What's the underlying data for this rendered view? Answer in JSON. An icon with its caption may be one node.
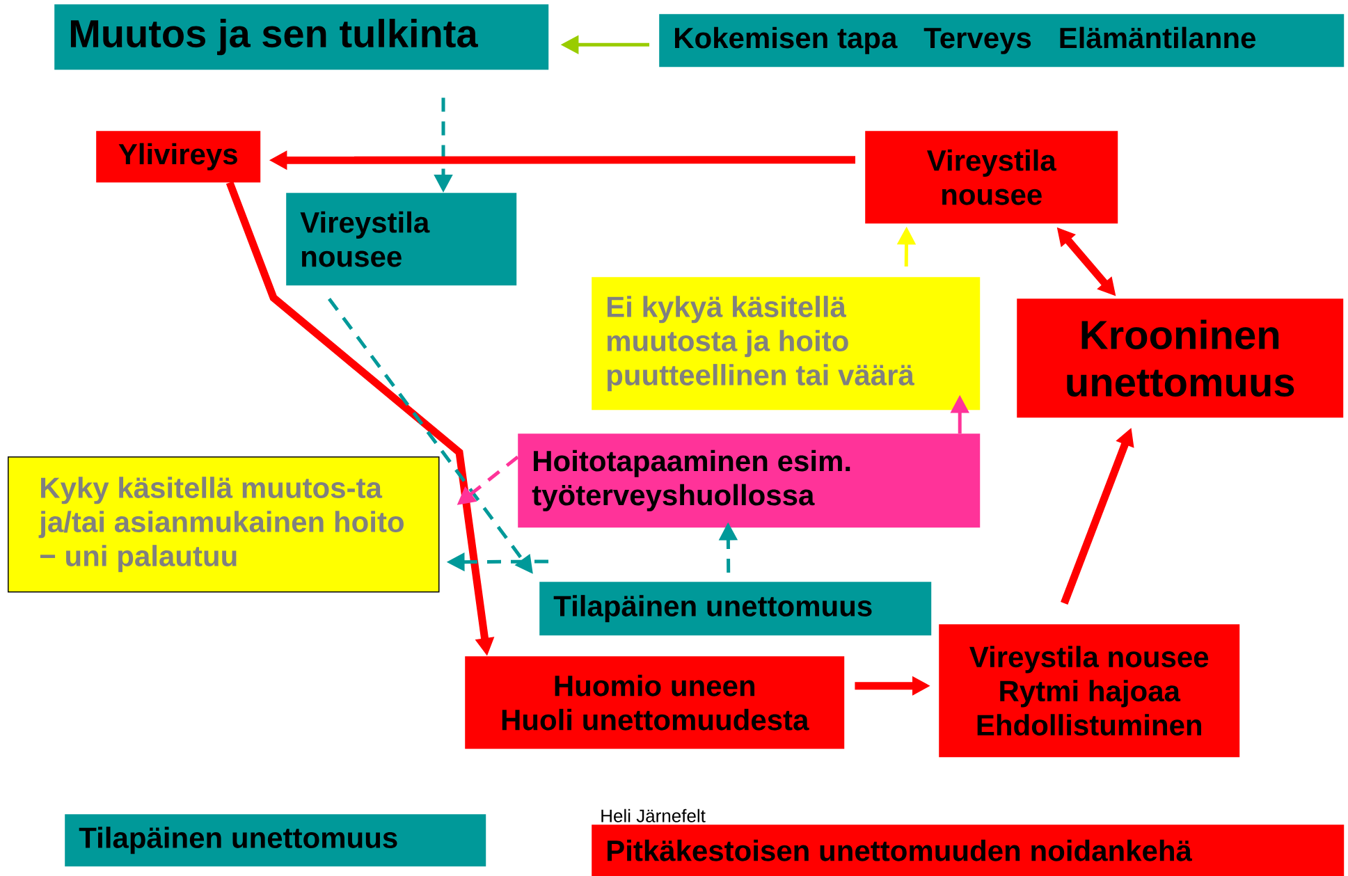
{
  "diagram": {
    "nodes": [
      {
        "text": [
          "Muutos ja sen tulkinta"
        ]
      },
      {
        "text": [
          "Kokemisen tapa",
          "Terveys",
          "Elämäntilanne"
        ]
      },
      {
        "text": [
          "Ylivireys"
        ]
      },
      {
        "text": [
          "Vireystila nousee"
        ]
      },
      {
        "text": [
          "Vireystila nousee"
        ]
      },
      {
        "text": [
          "Ei kykyä käsitellä muutosta ja hoito puutteellinen tai väärä"
        ]
      },
      {
        "text": [
          "Krooninen unettomuus"
        ]
      },
      {
        "text": [
          "Kyky käsitellä muutos-ta ja/tai asianmukainen hoito − uni palautuu"
        ]
      },
      {
        "text": [
          "Hoitotapaaminen esim. työterveyshuollossa"
        ]
      },
      {
        "text": [
          "Tilapäinen unettomuus"
        ]
      },
      {
        "text": [
          "Huomio uneen",
          "Huoli unettomuudesta"
        ]
      },
      {
        "text": [
          "Vireystila nousee",
          "Rytmi hajoaa",
          "Ehdollistuminen"
        ]
      },
      {
        "text": [
          "Tilapäinen unettomuus"
        ]
      },
      {
        "text": [
          "Pitkäkestoisen unettomuuden noidankehä"
        ],
        "beside": [
          "Heli Järnefelt"
        ]
      }
    ],
    "edges": [
      {
        "from": 1,
        "to": 0,
        "arrow": "to",
        "color": "#99cc00"
      },
      {
        "from": 0,
        "to": 3,
        "arrow": "to",
        "style": "dashed",
        "color": "#009999"
      },
      {
        "from": 4,
        "to": 2,
        "arrow": "to",
        "style": "thick",
        "color": "#ff0000"
      },
      {
        "from": 2,
        "to": 10,
        "arrow": "to",
        "style": "thick",
        "color": "#ff0000"
      },
      {
        "from": 3,
        "to": 9,
        "arrow": "to",
        "style": "dashed",
        "color": "#009999"
      },
      {
        "from": 9,
        "to": 7,
        "arrow": "to",
        "style": "dashed",
        "color": "#009999"
      },
      {
        "from": 9,
        "to": 8,
        "arrow": "to",
        "style": "dashed",
        "color": "#009999"
      },
      {
        "from": 8,
        "to": 7,
        "arrow": "to",
        "style": "dashed",
        "color": "#ff3399"
      },
      {
        "from": 8,
        "to": 5,
        "arrow": "to",
        "color": "#ff3399"
      },
      {
        "from": 5,
        "to": 4,
        "arrow": "to",
        "color": "#ffff00"
      },
      {
        "from": 4,
        "to": 6,
        "arrow": "both",
        "style": "thick",
        "color": "#ff0000"
      },
      {
        "from": 10,
        "to": 11,
        "arrow": "to",
        "style": "thick",
        "color": "#ff0000"
      },
      {
        "from": 11,
        "to": 6,
        "arrow": "to",
        "style": "thick",
        "color": "#ff0000"
      }
    ]
  }
}
